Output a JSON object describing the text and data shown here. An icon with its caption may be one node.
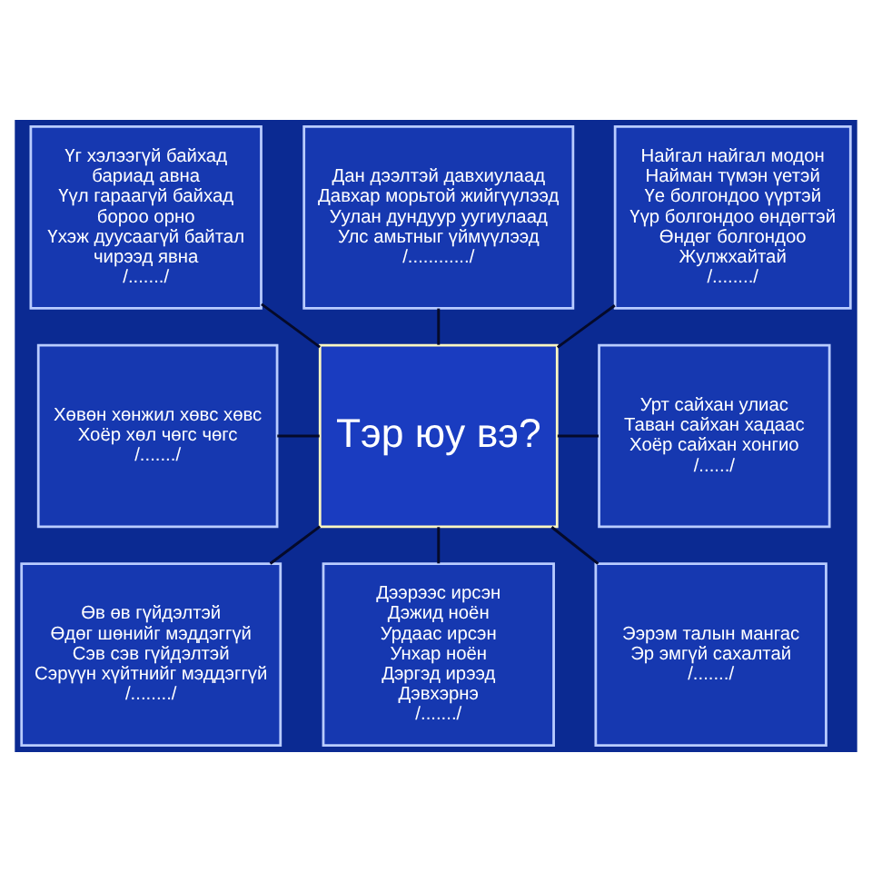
{
  "diagram": {
    "nodes": [
      {
        "text": [
          "Дан дээлтэй давхиулаад",
          "Давхар морьтой жийгүүлээд",
          "Уулан дундуур уугиулаад",
          "Улс амьтныг үймүүлээд",
          "/............/"
        ]
      },
      {
        "text": [
          "Үг хэлээгүй байхад",
          "бариад авна",
          "Үүл гараагүй байхад",
          "бороо орно",
          "Үхэж дуусаагүй байтал",
          "чирээд явна",
          "/......./"
        ]
      },
      {
        "text": [
          "Найгал найгал модон",
          "Найман түмэн үетэй",
          "Үе болгондоо үүртэй",
          "Үүр болгондоо өндөгтэй",
          "Өндөг болгондоо",
          "Жулжхайтай",
          "/......../"
        ]
      },
      {
        "text": [
          "Хөвөн хөнжил хөвс хөвс",
          "Хоёр хөл чөгс чөгс",
          "/......./"
        ]
      },
      {
        "text": [
          "Тэр юу вэ?"
        ]
      },
      {
        "text": [
          "Урт сайхан улиас",
          "Таван сайхан хадаас",
          "Хоёр сайхан хонгио",
          "/....../"
        ]
      },
      {
        "text": [
          "Өв өв гүйдэлтэй",
          "Өдөг шөнийг мэддэггүй",
          "Сэв сэв гүйдэлтэй",
          "Сэрүүн хүйтнийг мэддэггүй",
          "/......../"
        ]
      },
      {
        "text": [
          "Ээрэм талын мангас",
          "Эр эмгүй сахалтай",
          "/......./"
        ]
      },
      {
        "text": [
          "Дээрээс ирсэн",
          "Дэжид ноён",
          "Урдаас ирсэн",
          "Унхар ноён",
          "Дэргэд ирээд",
          "Дэвхэрнэ",
          "/......./"
        ]
      }
    ],
    "edges": [
      {
        "from": 0,
        "to": 4,
        "arrow": "none"
      },
      {
        "from": 1,
        "to": 4,
        "arrow": "none"
      },
      {
        "from": 2,
        "to": 4,
        "arrow": "none"
      },
      {
        "from": 3,
        "to": 4,
        "arrow": "none"
      },
      {
        "from": 4,
        "to": 5,
        "arrow": "none"
      },
      {
        "from": 4,
        "to": 6,
        "arrow": "none"
      },
      {
        "from": 4,
        "to": 7,
        "arrow": "none"
      },
      {
        "from": 4,
        "to": 8,
        "arrow": "none"
      }
    ]
  }
}
